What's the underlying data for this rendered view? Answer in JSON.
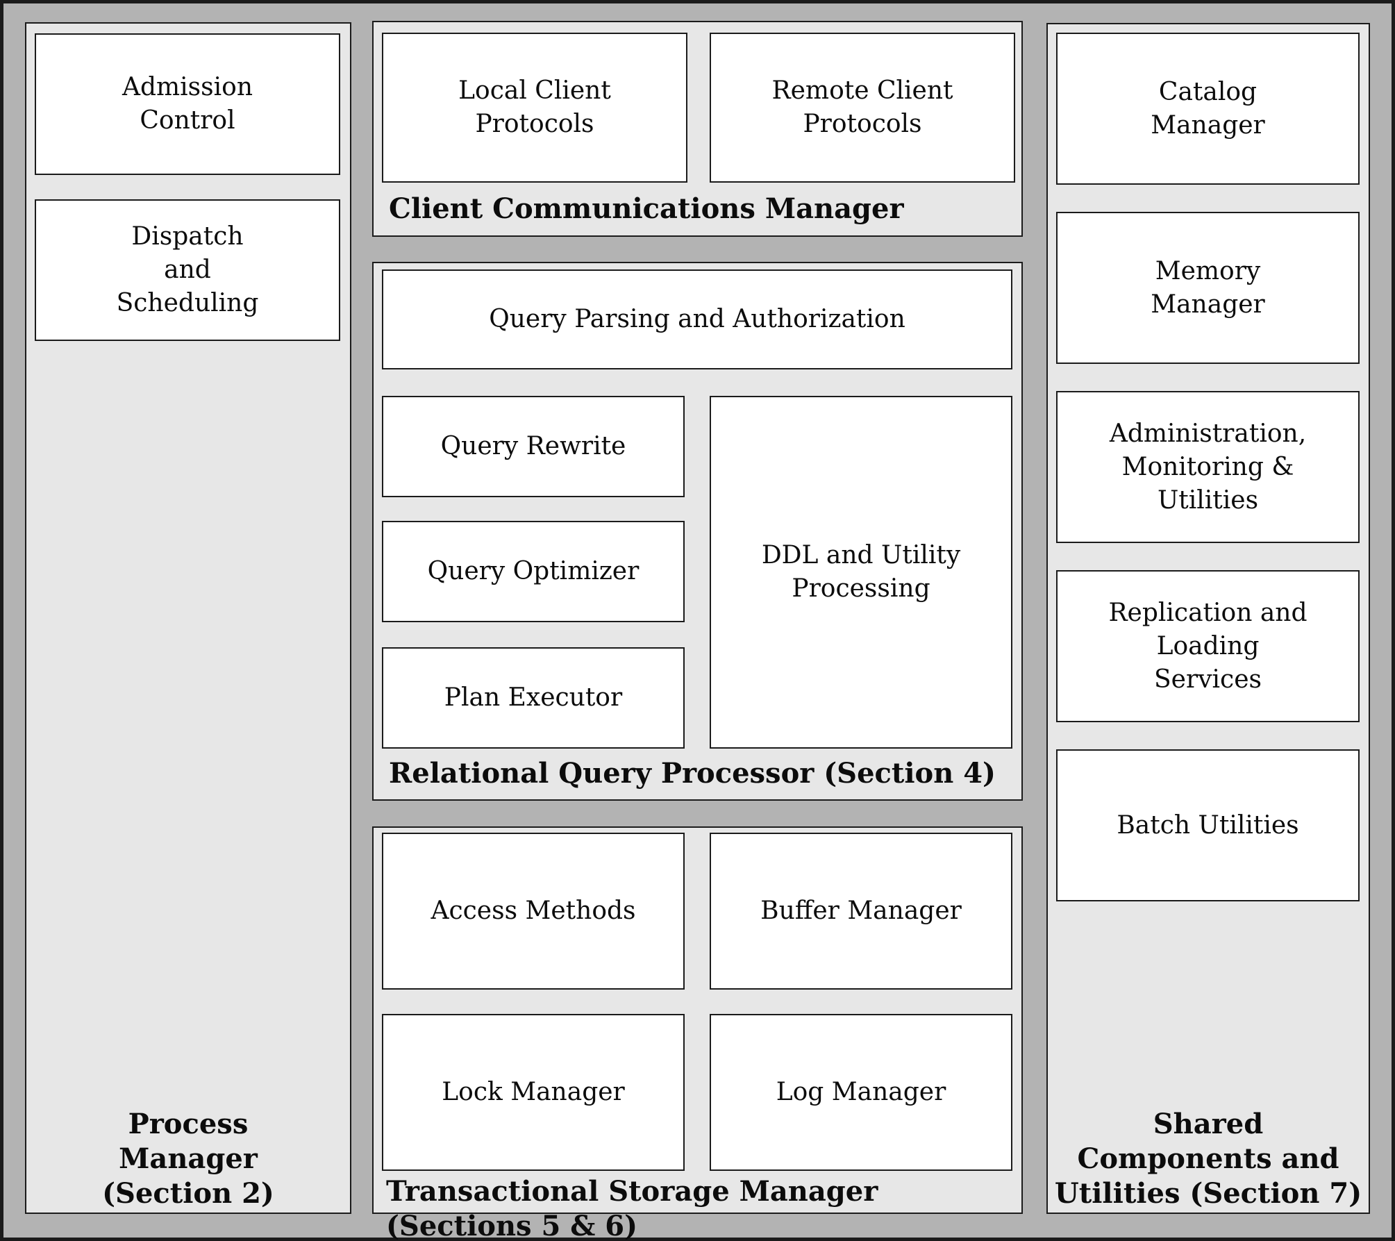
{
  "colors": {
    "outer_border": "#1b1b1b",
    "corridor_background": "#b3b3b3",
    "panel_background": "#e7e7e7",
    "box_background": "#ffffff",
    "box_border": "#1b1b1b",
    "text": "#0c0c0c"
  },
  "panels": {
    "process": {
      "label": "Process\nManager\n(Section 2)",
      "boxes": {
        "admission": "Admission\nControl",
        "dispatch": "Dispatch\nand\nScheduling"
      }
    },
    "ccm": {
      "label": "Client Communications Manager",
      "boxes": {
        "local": "Local Client\nProtocols",
        "remote": "Remote Client\nProtocols"
      }
    },
    "rqp": {
      "label": "Relational Query Processor (Section 4)",
      "boxes": {
        "parsing": "Query Parsing and Authorization",
        "rewrite": "Query Rewrite",
        "optimizer": "Query Optimizer",
        "executor": "Plan Executor",
        "ddl": "DDL and Utility\nProcessing"
      }
    },
    "tsm": {
      "label": "Transactional Storage Manager (Sections 5 & 6)",
      "boxes": {
        "access": "Access Methods",
        "buffer": "Buffer Manager",
        "lock": "Lock Manager",
        "log": "Log Manager"
      }
    },
    "shared": {
      "label": "Shared\nComponents and\nUtilities (Section 7)",
      "boxes": {
        "catalog": "Catalog\nManager",
        "memory": "Memory\nManager",
        "admin": "Administration,\nMonitoring &\nUtilities",
        "replication": "Replication and\nLoading\nServices",
        "batch": "Batch Utilities"
      }
    }
  }
}
